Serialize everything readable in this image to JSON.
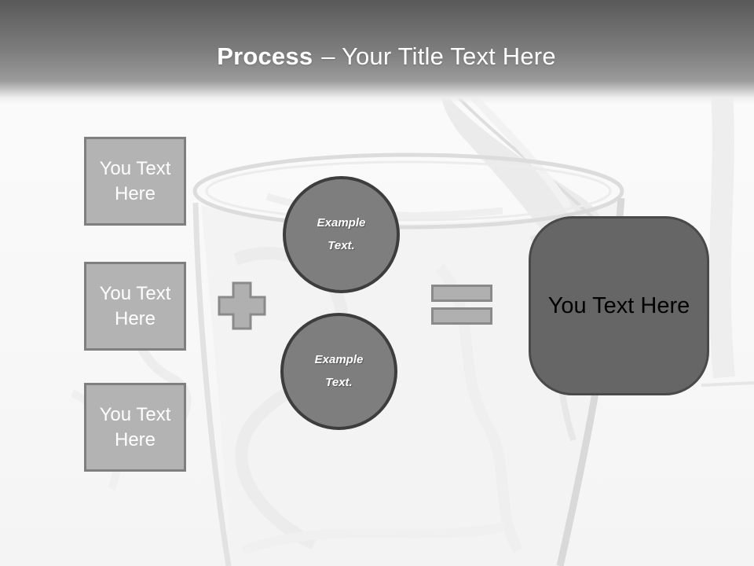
{
  "header": {
    "title_bold": "Process",
    "title_rest": "– Your Title Text Here"
  },
  "inputs": {
    "boxes": [
      "You Text Here",
      "You Text Here",
      "You Text Here"
    ]
  },
  "examples": {
    "circles": [
      "Example Text.",
      "Example Text."
    ]
  },
  "operators": {
    "plus_icon": "plus-sign",
    "equals_icon": "equals-sign"
  },
  "result": {
    "label": "You Text Here"
  },
  "background": {
    "image_subject": "water pouring into glass (faded)"
  },
  "colors": {
    "header_top": "#595959",
    "header_bottom": "#9b9b9b",
    "box_fill": "#b3b3b3",
    "box_border": "#7f7f7f",
    "circle_fill": "#7e7e7e",
    "circle_border": "#3d3d3d",
    "operator_fill": "#b0b0b0",
    "operator_border": "#8a8a8a",
    "result_fill": "#666666",
    "result_border": "#4a4a4a",
    "title_text": "#ffffff",
    "result_text": "#000000"
  }
}
